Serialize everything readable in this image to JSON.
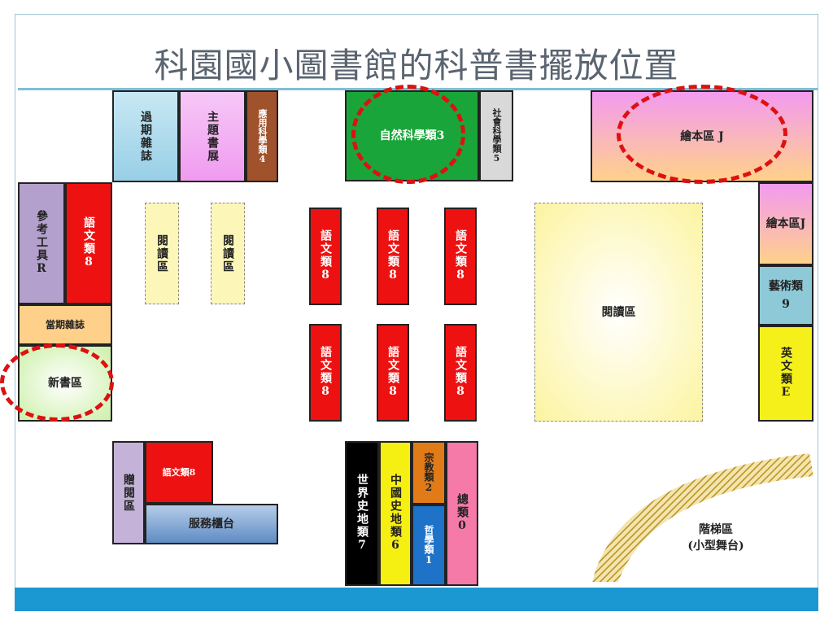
{
  "title": "科園國小圖書館的科普書擺放位置",
  "zones": {
    "past_magazines": "過期雜誌",
    "theme_exhibit": "主題書展",
    "applied_science": "應用科學類4",
    "natural_science": "自然科學類3",
    "social_science": "社會科學類5",
    "picture_book_top": "繪本區 J",
    "reference": "參考工具R",
    "language_left": "語文類8",
    "current_magazines": "當期雜誌",
    "new_books": "新書區",
    "reading_1": "閱讀區",
    "reading_2": "閱讀區",
    "language_shelf": "語文類8",
    "reading_big": "閱讀區",
    "picture_book_right": "繪本區J",
    "arts": "藝術類9",
    "english": "英文類E",
    "donated": "贈閱區",
    "language_small": "語文類8",
    "service_counter": "服務櫃台",
    "world_history": "世界史地類7",
    "china_history": "中國史地類6",
    "religion": "宗教類2",
    "philosophy": "哲學類1",
    "general": "總類0",
    "stairs_1": "階梯區",
    "stairs_2": "(小型舞台)"
  },
  "colors": {
    "shelf_red": "#ee1111",
    "highlight_oval": "#dd1111",
    "natural_science": "#1aa53a",
    "bottom_bar": "#1b98d2"
  }
}
